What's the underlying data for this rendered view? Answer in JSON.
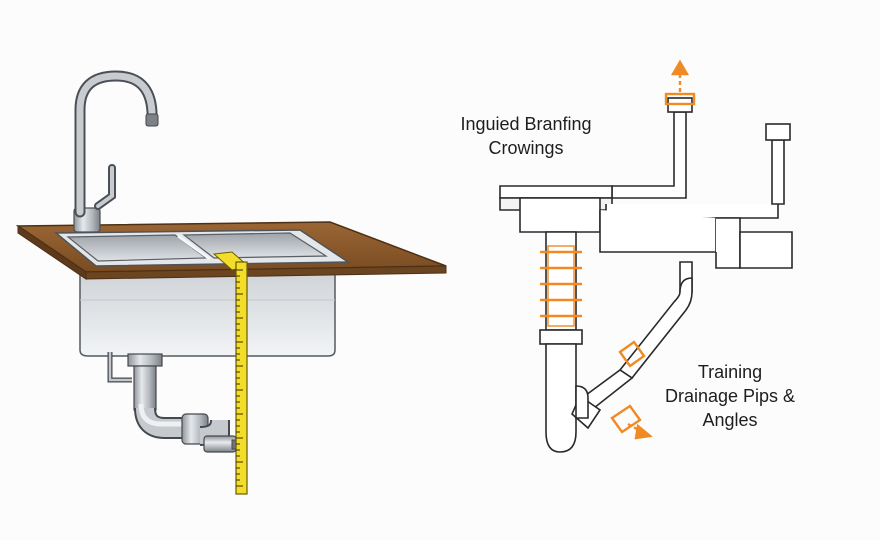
{
  "labels": {
    "top_line1": "Inguied Branfing",
    "top_line2": "Crowings",
    "bottom_line1": "Training",
    "bottom_line2": "Drainage Pips &",
    "bottom_line3": "Angles"
  },
  "icons": [
    "faucet-icon",
    "tape-measure-icon",
    "arrow-up-icon",
    "arrow-down-right-icon"
  ],
  "colors": {
    "countertop": "#8c5a2e",
    "countertop_edge": "#5e3a1a",
    "steel": "#b9bec3",
    "steel_dark": "#6f757b",
    "tape": "#f2dd2a",
    "pipe_outline": "#2a2a2a",
    "marker": "#f08a24"
  }
}
